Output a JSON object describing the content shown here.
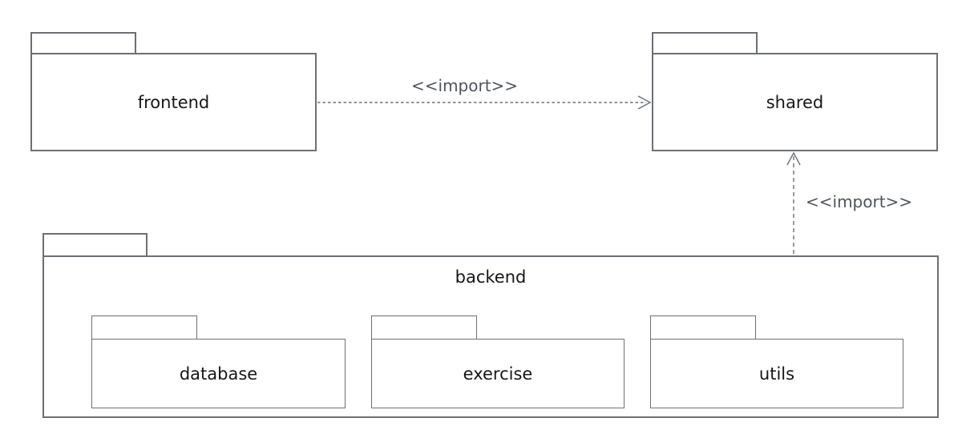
{
  "diagram": {
    "type": "uml-package-diagram",
    "packages": {
      "frontend": {
        "label": "frontend"
      },
      "shared": {
        "label": "shared"
      },
      "backend": {
        "label": "backend",
        "children": [
          "database",
          "exercise",
          "utils"
        ]
      },
      "database": {
        "label": "database"
      },
      "exercise": {
        "label": "exercise"
      },
      "utils": {
        "label": "utils"
      }
    },
    "arrows": {
      "frontend_to_shared": {
        "from": "frontend",
        "to": "shared",
        "label": "<<import>>",
        "style": "dashed-open-arrow"
      },
      "backend_to_shared": {
        "from": "backend",
        "to": "shared",
        "label": "<<import>>",
        "style": "dashed-open-arrow"
      }
    },
    "colors": {
      "background": "#ffffff",
      "border": "#6b7076",
      "arrow": "#6b7076",
      "package_text": "#161616",
      "edge_label_text": "#4e545c"
    }
  }
}
